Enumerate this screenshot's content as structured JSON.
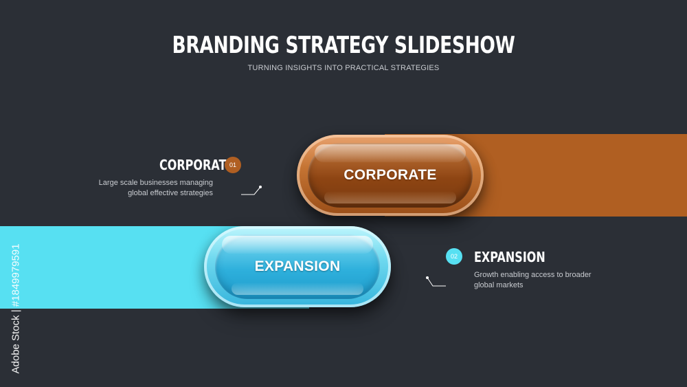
{
  "slide": {
    "title": "BRANDING STRATEGY SLIDESHOW",
    "subtitle": "TURNING INSIGHTS INTO PRACTICAL STRATEGIES"
  },
  "items": [
    {
      "pill_label": "CORPORATE",
      "heading": "CORPORATE",
      "badge": "01",
      "description_line1": "Large scale businesses managing",
      "description_line2": "global effective strategies",
      "color": "#b05f22"
    },
    {
      "pill_label": "EXPANSION",
      "heading": "EXPANSION",
      "badge": "02",
      "description_line1": "Growth enabling access to broader",
      "description_line2": "global markets",
      "color": "#57e0f2"
    }
  ],
  "watermark": {
    "side_text": "Adobe Stock | #1849979591",
    "icon": "adobe-stock-watermark"
  },
  "colors": {
    "background": "#2b2f36",
    "orange": "#b05f22",
    "cyan": "#57e0f2"
  }
}
